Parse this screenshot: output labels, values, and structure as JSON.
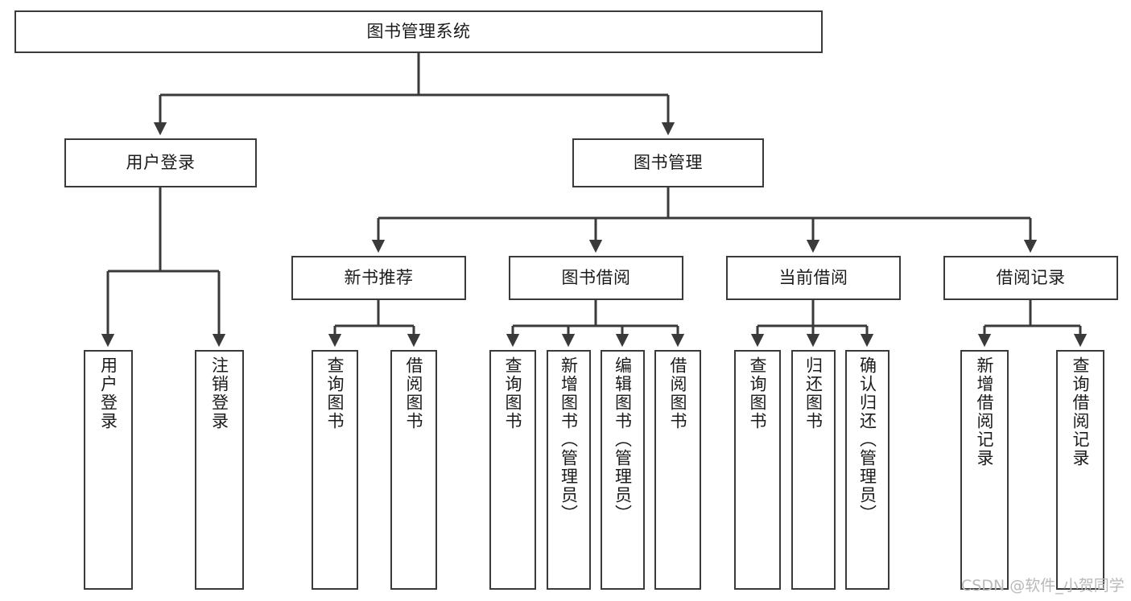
{
  "diagram": {
    "type": "tree-hierarchy",
    "title": "图书管理系统",
    "root": {
      "label": "图书管理系统"
    },
    "level2": [
      {
        "id": "login",
        "label": "用户登录"
      },
      {
        "id": "book",
        "label": "图书管理"
      }
    ],
    "level3": [
      {
        "id": "newrec",
        "label": "新书推荐",
        "parent": "book"
      },
      {
        "id": "borrow",
        "label": "图书借阅",
        "parent": "book"
      },
      {
        "id": "current",
        "label": "当前借阅",
        "parent": "book"
      },
      {
        "id": "records",
        "label": "借阅记录",
        "parent": "book"
      }
    ],
    "leaves": [
      {
        "id": "userlogin",
        "label": "用户登录",
        "parent": "login"
      },
      {
        "id": "logout",
        "label": "注销登录",
        "parent": "login"
      },
      {
        "id": "q1",
        "label": "查询图书",
        "parent": "newrec"
      },
      {
        "id": "b1",
        "label": "借阅图书",
        "parent": "newrec"
      },
      {
        "id": "q2",
        "label": "查询图书",
        "parent": "borrow"
      },
      {
        "id": "add",
        "label": "新增图书（管理员）",
        "parent": "borrow"
      },
      {
        "id": "edit",
        "label": "编辑图书（管理员）",
        "parent": "borrow"
      },
      {
        "id": "b2",
        "label": "借阅图书",
        "parent": "borrow"
      },
      {
        "id": "q3",
        "label": "查询图书",
        "parent": "current"
      },
      {
        "id": "ret",
        "label": "归还图书",
        "parent": "current"
      },
      {
        "id": "conf",
        "label": "确认归还（管理员）",
        "parent": "current"
      },
      {
        "id": "addrec",
        "label": "新增借阅记录",
        "parent": "records"
      },
      {
        "id": "qrec",
        "label": "查询借阅记录",
        "parent": "records"
      }
    ],
    "colors": {
      "box_border": "#3a3a3a",
      "box_fill": "#ffffff",
      "edge": "#3a3a3a",
      "text": "#1b1b1b",
      "watermark": "#b9b9b9",
      "background": "#ffffff"
    }
  },
  "watermark": {
    "text": "CSDN @软件_小贺同学"
  }
}
